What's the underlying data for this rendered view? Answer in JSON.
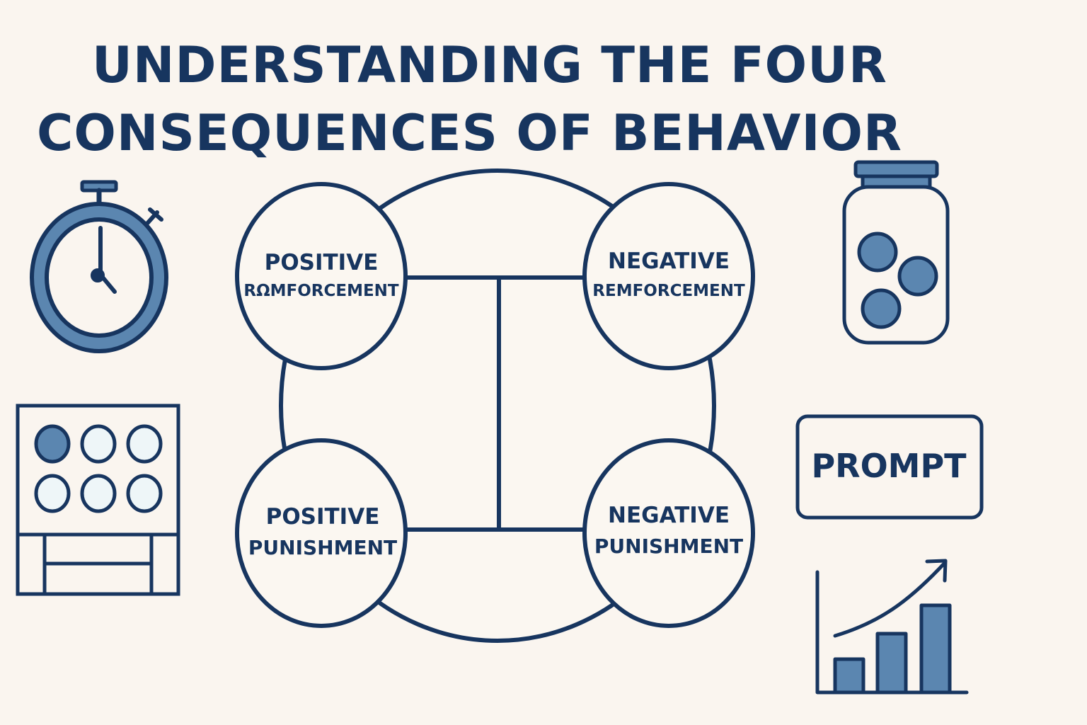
{
  "title": {
    "line1": "UNDERSTANDING THE FOUR",
    "line2": "CONSEQUENCES OF BEHAVIOR"
  },
  "quadrants": {
    "positive_reinforcement": {
      "line1": "POSITIVE",
      "line2": "RΩMFORCEMENT"
    },
    "negative_reinforcement": {
      "line1": "NEGATIVE",
      "line2": "REMFORCEMENT"
    },
    "positive_punishment": {
      "line1": "POSITIVE",
      "line2": "PUNISHMENT"
    },
    "negative_punishment": {
      "line1": "NEGATIVE",
      "line2": "PUNISHMENT"
    }
  },
  "prompt_box": {
    "label": "PROMPT"
  },
  "icons": {
    "stopwatch": "stopwatch-icon",
    "token_jar": "token-jar-icon",
    "token_board": "token-board-icon",
    "growth_chart": "growth-chart-icon"
  },
  "colors": {
    "navy": "#17355f",
    "fill_blue": "#5b86b0",
    "light_fill": "#eef6f8",
    "background": "#faf5ef"
  }
}
